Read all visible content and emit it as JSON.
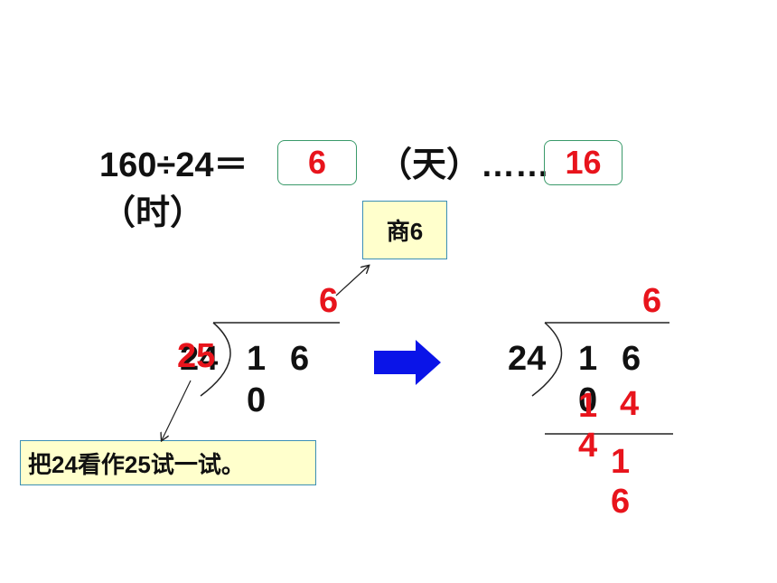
{
  "equation": {
    "expression": "160÷24＝",
    "quotient_answer": "6",
    "unit_days": "（天）……",
    "remainder_answer": "16",
    "unit_hours": "（时）"
  },
  "note_quotient": "商6",
  "note_hint": "把24看作25试一试。",
  "trial_division": {
    "quotient": "6",
    "divisor_original": "24",
    "divisor_trial": "25",
    "dividend_digits": [
      "1",
      "6",
      "0"
    ]
  },
  "final_division": {
    "quotient": "6",
    "divisor": "24",
    "dividend_digits": [
      "1",
      "6",
      "0"
    ],
    "product_digits": [
      "1",
      "4",
      "4"
    ],
    "remainder_digits": [
      "1",
      "6"
    ]
  },
  "colors": {
    "answer": "#e8141c",
    "arrow": "#0a14e8",
    "note_fill": "#ffffcc",
    "note_border": "#3b8fb5",
    "box_border": "#3a9a6a"
  },
  "icons": [
    "right-arrow-icon"
  ]
}
